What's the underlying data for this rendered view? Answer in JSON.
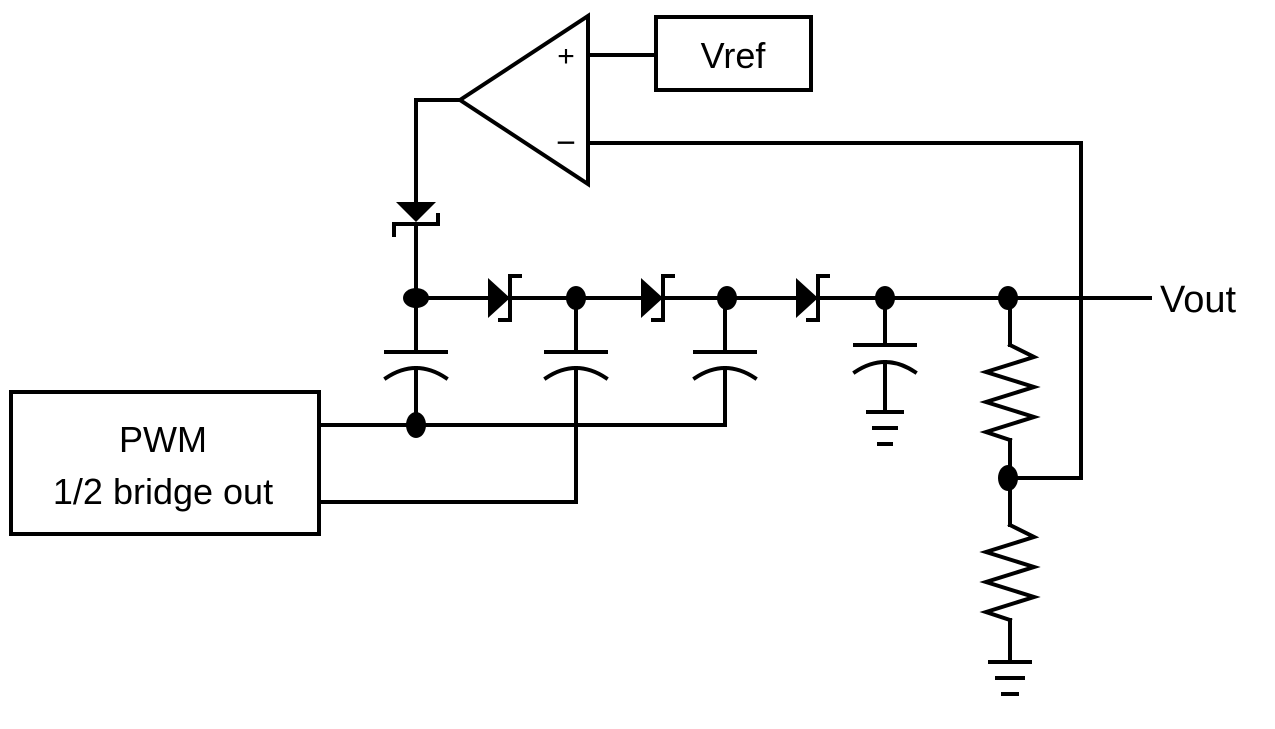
{
  "labels": {
    "vref": "Vref",
    "vout": "Vout",
    "pwm_line1": "PWM",
    "pwm_line2": "1/2 bridge out",
    "opamp_plus": "+",
    "opamp_minus": "−"
  },
  "colors": {
    "background": "#ffffff",
    "ink": "#000000"
  }
}
